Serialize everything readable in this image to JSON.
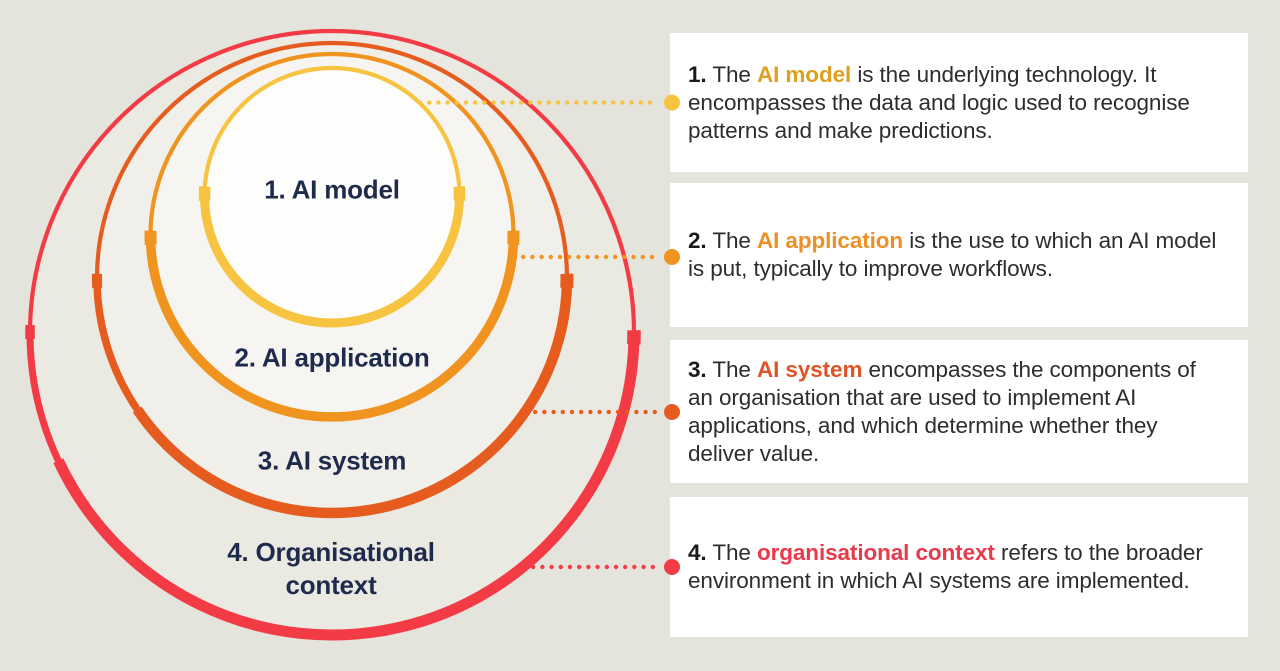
{
  "page": {
    "background_color": "#E4E3DC",
    "box_background_color": "#FFFFFF",
    "circle_label_color": "#1F2B4D",
    "body_text_color": "#2D2D2D"
  },
  "diagram": {
    "rings": [
      {
        "label": "1. AI model",
        "ring_color": "#F6C440",
        "interior_color": "#FDFDFB"
      },
      {
        "label": "2. AI application",
        "ring_color": "#F0941F",
        "interior_color": "#F6F5F1"
      },
      {
        "label": "3. AI system",
        "ring_color": "#E55C1E",
        "interior_color": "#F0EFEA"
      },
      {
        "label": "4. Organisational context",
        "ring_color": "#F23B45",
        "interior_color": "#EAE9E2"
      }
    ]
  },
  "boxes": [
    {
      "number": "1.",
      "lead": " The ",
      "keyword": "AI model",
      "keyword_color": "#DCA11F",
      "rest": " is the underlying technology. It encompasses the data and logic used to recognise patterns and make predictions."
    },
    {
      "number": "2.",
      "lead": " The ",
      "keyword": "AI application",
      "keyword_color": "#EE8F26",
      "rest": " is the use to which an AI model is put, typically to improve workflows."
    },
    {
      "number": "3.",
      "lead": " The ",
      "keyword": "AI system",
      "keyword_color": "#DE5426",
      "rest": " encompasses the components of an organisation that are used to implement AI applications, and which determine whether they deliver value."
    },
    {
      "number": "4.",
      "lead": " The ",
      "keyword": "organisational context",
      "keyword_color": "#E93A4C",
      "rest": " refers to the broader environment in which AI systems are implemented."
    }
  ]
}
